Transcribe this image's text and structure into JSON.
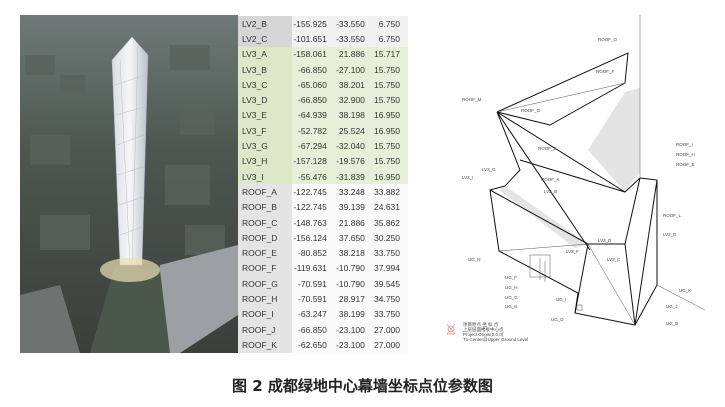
{
  "table": {
    "rows": [
      {
        "name": "LV2_B",
        "x": "-155.925",
        "y": "-33.550",
        "z": "6.750",
        "group": "lv2"
      },
      {
        "name": "LV2_C",
        "x": "-101.651",
        "y": "-33.550",
        "z": "6.750",
        "group": "lv2"
      },
      {
        "name": "LV3_A",
        "x": "-158.061",
        "y": "21.886",
        "z": "15.717",
        "group": "lv3"
      },
      {
        "name": "LV3_B",
        "x": "-66.850",
        "y": "-27.100",
        "z": "15.750",
        "group": "lv3"
      },
      {
        "name": "LV3_C",
        "x": "-65.060",
        "y": "38.201",
        "z": "15.750",
        "group": "lv3"
      },
      {
        "name": "LV3_D",
        "x": "-66.850",
        "y": "32.900",
        "z": "15.750",
        "group": "lv3"
      },
      {
        "name": "LV3_E",
        "x": "-64.939",
        "y": "38.198",
        "z": "16.950",
        "group": "lv3"
      },
      {
        "name": "LV3_F",
        "x": "-52.782",
        "y": "25.524",
        "z": "16.950",
        "group": "lv3"
      },
      {
        "name": "LV3_G",
        "x": "-67.294",
        "y": "-32.040",
        "z": "15.750",
        "group": "lv3"
      },
      {
        "name": "LV3_H",
        "x": "-157.128",
        "y": "-19.576",
        "z": "15.750",
        "group": "lv3"
      },
      {
        "name": "LV3_I",
        "x": "-55.476",
        "y": "-31.839",
        "z": "16.950",
        "group": "lv3"
      },
      {
        "name": "ROOF_A",
        "x": "-122.745",
        "y": "33.248",
        "z": "33.882",
        "group": "roof"
      },
      {
        "name": "ROOF_B",
        "x": "-122.745",
        "y": "39.139",
        "z": "24.631",
        "group": "roof"
      },
      {
        "name": "ROOF_C",
        "x": "-148.763",
        "y": "21.886",
        "z": "35.862",
        "group": "roof"
      },
      {
        "name": "ROOF_D",
        "x": "-156.124",
        "y": "37.650",
        "z": "30.250",
        "group": "roof"
      },
      {
        "name": "ROOF_E",
        "x": "-80.852",
        "y": "38.218",
        "z": "33.750",
        "group": "roof"
      },
      {
        "name": "ROOF_F",
        "x": "-119.631",
        "y": "-10.790",
        "z": "37.994",
        "group": "roof"
      },
      {
        "name": "ROOF_G",
        "x": "-70.591",
        "y": "-10.790",
        "z": "39.545",
        "group": "roof"
      },
      {
        "name": "ROOF_H",
        "x": "-70.591",
        "y": "28.917",
        "z": "34.750",
        "group": "roof"
      },
      {
        "name": "ROOF_I",
        "x": "-63.247",
        "y": "38.199",
        "z": "33.750",
        "group": "roof"
      },
      {
        "name": "ROOF_J",
        "x": "-66.850",
        "y": "-23.100",
        "z": "27.000",
        "group": "roof"
      },
      {
        "name": "ROOF_K",
        "x": "-62.650",
        "y": "-23.100",
        "z": "27.000",
        "group": "roof"
      }
    ]
  },
  "diagram": {
    "labels": {
      "roof_o": "ROOF_O",
      "roof_f": "ROOF_F",
      "roof_m": "ROOF_M",
      "roof_g": "ROOF_G",
      "roof_j": "ROOF_J",
      "roof_k": "ROOF_K",
      "roof_i": "ROOF_I",
      "roof_h": "ROOF_H",
      "roof_e": "ROOF_E",
      "roof_l": "ROOF_L",
      "lv3_g": "LV3_G",
      "lv3_i": "LV3_I",
      "lv3_b": "LV3_B",
      "lv3_e": "LV3_E",
      "lv3_d": "LV3_D",
      "lv3_f": "LV3_F",
      "lv3_c": "LV3_C",
      "ug_n": "UG_N",
      "ug_f": "UG_F",
      "ug_h": "UG_H",
      "ug_g": "UG_G",
      "ug_e": "UG_E",
      "ug_i": "UG_I",
      "ug_k": "UG_K",
      "ug_j": "UG_J",
      "ug_d": "UG_D",
      "ug_b": "UG_B"
    },
    "legend": {
      "line1": "项目原点 坐 标 点",
      "line2": "上层层面楼板中心点",
      "line3": "Project Origin(0,0,0)",
      "line4": "T1 Center@Upper Ground Level"
    }
  },
  "caption": "图 2 成都绿地中心幕墙坐标点位参数图"
}
